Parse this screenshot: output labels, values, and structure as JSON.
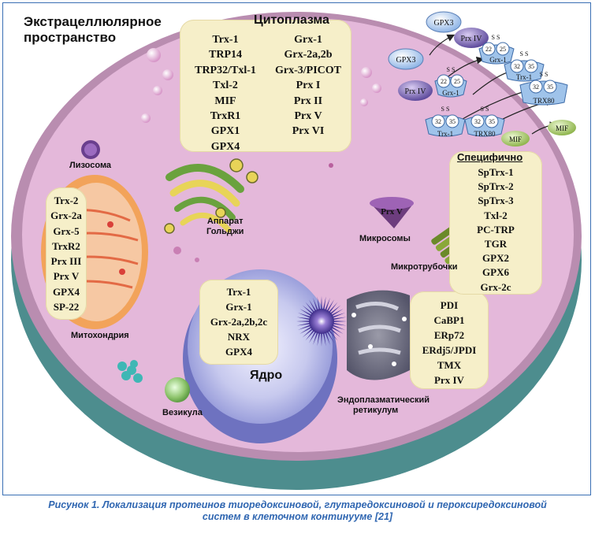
{
  "labels": {
    "extracellular": [
      "Экстрацеллюлярное",
      "пространство"
    ],
    "cytoplasm": "Цитоплазма",
    "lysosome": "Лизосома",
    "golgi": [
      "Аппарат",
      "Гольджи"
    ],
    "microsomes": "Микросомы",
    "microtubules": "Микротрубочки",
    "mitochondria": "Митохондрия",
    "nucleus": "Ядро",
    "vesicle": "Везикула",
    "er": [
      "Эндоплазматический",
      "ретикулум"
    ],
    "specific": "Специфично"
  },
  "lists": {
    "cytoplasm_left": [
      "Trx-1",
      "TRP14",
      "TRP32/Txl-1",
      "Txl-2",
      "MIF",
      "TrxR1",
      "GPX1",
      "GPX4"
    ],
    "cytoplasm_right": [
      "Grx-1",
      "Grx-2a,2b",
      "Grx-3/PICOT",
      "Prx I",
      "Prx II",
      "Prx V",
      "Prx VI"
    ],
    "mitochondria": [
      "Trx-2",
      "Grx-2a",
      "Grx-5",
      "TrxR2",
      "Prx III",
      "Prx V",
      "GPX4",
      "SP-22"
    ],
    "nucleus": [
      "Trx-1",
      "Grx-1",
      "Grx-2a,2b,2c",
      "NRX",
      "GPX4"
    ],
    "er": [
      "PDI",
      "CaBP1",
      "ERp72",
      "ERdj5/JPDI",
      "TMX",
      "Prx IV"
    ],
    "specific": [
      "SpTrx-1",
      "SpTrx-2",
      "SpTrx-3",
      "Txl-2",
      "PC-TRP",
      "TGR",
      "GPX2",
      "GPX6",
      "Grx-2c"
    ]
  },
  "microsome_protein": "Prx V",
  "secretion": {
    "gpx3_out": "GPX3",
    "gpx3_in": "GPX3",
    "prx4_out": "Prx IV",
    "prx4_in": "Prx IV",
    "grx1_out": "Grx-1",
    "grx1_in": "Grx-1",
    "trx1_out": "Trx-1",
    "trx1_in": "Trx-1",
    "trx80_out": "TRX80",
    "trx80_in": "TRX80",
    "mif_out": "MIF",
    "mif_in": "MIF",
    "ss": "S S",
    "grx_residues": [
      "22",
      "25"
    ],
    "trx_residues": [
      "32",
      "35"
    ]
  },
  "caption": [
    "Рисунок 1. Локализация протеинов тиоредоксиновой, глутаредоксиновой и пероксиредоксиновой",
    "систем в клеточном континууме [21]"
  ],
  "colors": {
    "cytoplasm": "#e4b8da",
    "membrane_side": "#4d8d8e",
    "panel": "#f6efc9",
    "caption": "#2f66b1",
    "frame": "#3a6fb4"
  }
}
